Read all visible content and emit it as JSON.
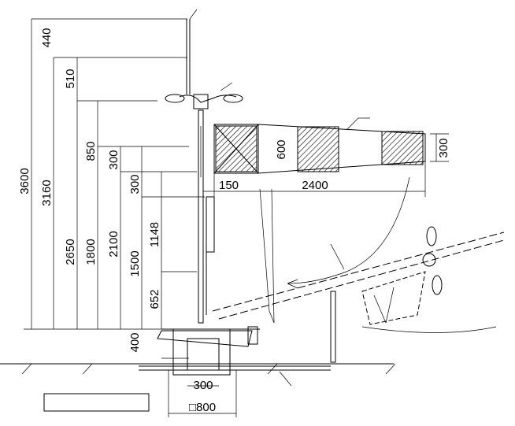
{
  "dimensions": {
    "height_total": "3600",
    "height_3160": "3160",
    "height_2650": "2650",
    "height_1800": "1800",
    "height_2100": "2100",
    "height_1500": "1500",
    "height_1148": "1148",
    "height_652": "652",
    "height_400": "400",
    "height_300": "300",
    "height_300b": "300",
    "height_440": "440",
    "height_510": "510",
    "height_850": "850",
    "sock_length": "2400",
    "sock_offset": "150",
    "sock_diameter": "600",
    "sock_tip": "300",
    "foundation_width": "□800",
    "foundation_inner": "300"
  },
  "colors": {
    "line": "#000000",
    "background": "#ffffff"
  }
}
